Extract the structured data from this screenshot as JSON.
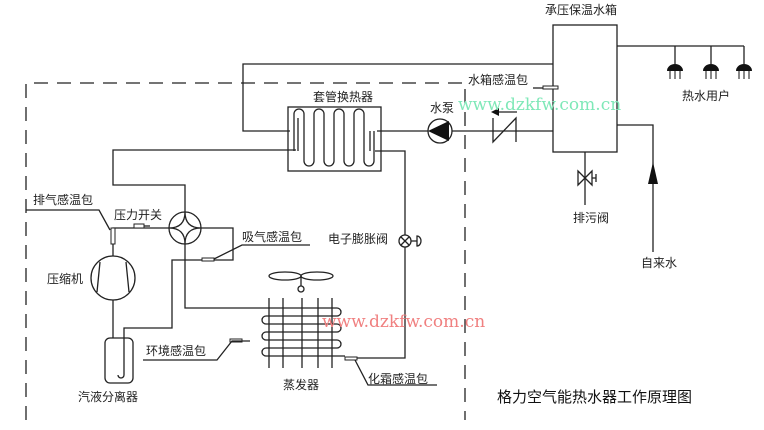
{
  "title": "格力空气能热水器工作原理图",
  "labels": {
    "tank": "承压保温水箱",
    "hot_water_users": "热水用户",
    "tank_sensor": "水箱感温包",
    "pump": "水泵",
    "heat_exchanger": "套管换热器",
    "drain_valve": "排污阀",
    "tap_water": "自来水",
    "discharge_sensor": "排气感温包",
    "pressure_switch": "压力开关",
    "suction_sensor": "吸气感温包",
    "expansion_valve": "电子膨胀阀",
    "compressor": "压缩机",
    "ambient_sensor": "环境感温包",
    "separator": "汽液分离器",
    "evaporator": "蒸发器",
    "defrost_sensor": "化霜感温包"
  },
  "watermark": "www.dzkfw.com.cn",
  "colors": {
    "watermark_green": "#7fe8b8",
    "watermark_red": "#f08080",
    "line": "#222222"
  }
}
